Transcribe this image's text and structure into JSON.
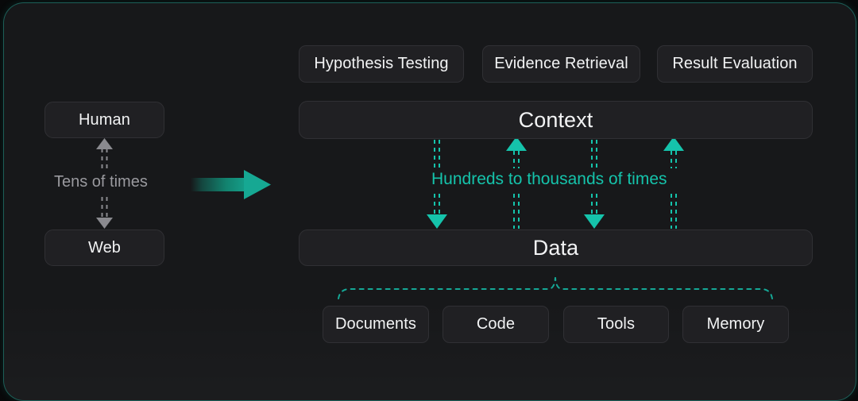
{
  "diagram": {
    "title": "Context and Data interaction loop",
    "colors": {
      "panel_background": "#17181a",
      "panel_border": "#26c8b4",
      "box_fill": "#202023",
      "box_border": "#303034",
      "text_primary": "#f2f3f4",
      "text_gray": "#9a9a9f",
      "accent_teal": "#15c3ab",
      "arrow_gray": "#8a8a8f"
    },
    "left_column": {
      "human_label": "Human",
      "web_label": "Web",
      "frequency_label": "Tens of times"
    },
    "flow_arrow": {
      "name": "left-to-right-gradient-arrow"
    },
    "tasks": [
      {
        "label": "Hypothesis Testing"
      },
      {
        "label": "Evidence Retrieval"
      },
      {
        "label": "Result Evaluation"
      }
    ],
    "context_label": "Context",
    "data_label": "Data",
    "exchange_label": "Hundreds to thousands of times",
    "sources": [
      {
        "label": "Documents"
      },
      {
        "label": "Code"
      },
      {
        "label": "Tools"
      },
      {
        "label": "Memory"
      }
    ]
  }
}
